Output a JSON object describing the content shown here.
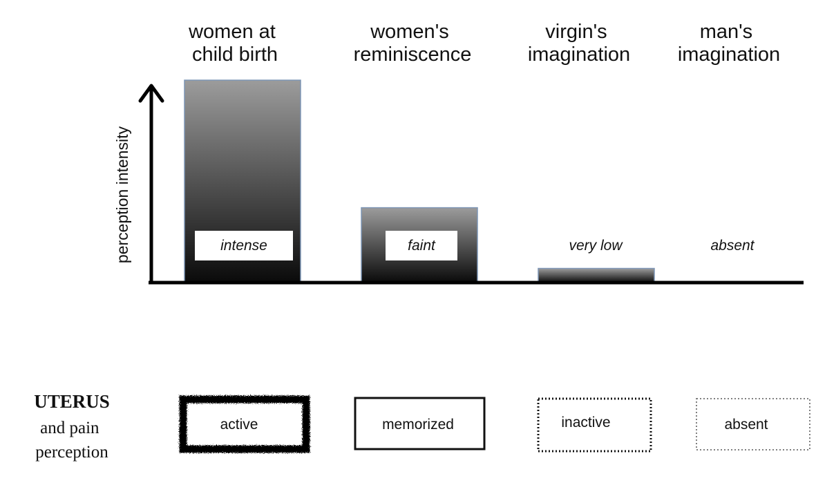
{
  "chart_data": {
    "type": "bar",
    "title": "",
    "xlabel": "",
    "ylabel": "perception intensity",
    "ylim": [
      0,
      100
    ],
    "grid": false,
    "categories": [
      [
        "women at",
        "child birth"
      ],
      [
        "women's",
        "reminiscence"
      ],
      [
        "virgin's",
        "imagination"
      ],
      [
        "man's",
        "imagination"
      ]
    ],
    "values": [
      100,
      37,
      7,
      0
    ],
    "bar_labels": [
      "intense",
      "faint",
      "very low",
      "absent"
    ]
  },
  "uterus_panel": {
    "title": "UTERUS",
    "subtitle_lines": [
      "and pain",
      "perception"
    ],
    "states": [
      {
        "label": "active",
        "border": "rough-heavy"
      },
      {
        "label": "memorized",
        "border": "solid"
      },
      {
        "label": "inactive",
        "border": "dotted"
      },
      {
        "label": "absent",
        "border": "faint-dotted"
      }
    ]
  },
  "colors": {
    "bar_top": "#9c9c9c",
    "bar_bottom": "#0a0a0a",
    "bar_outline": "#7d95b5",
    "axis": "#000000"
  }
}
